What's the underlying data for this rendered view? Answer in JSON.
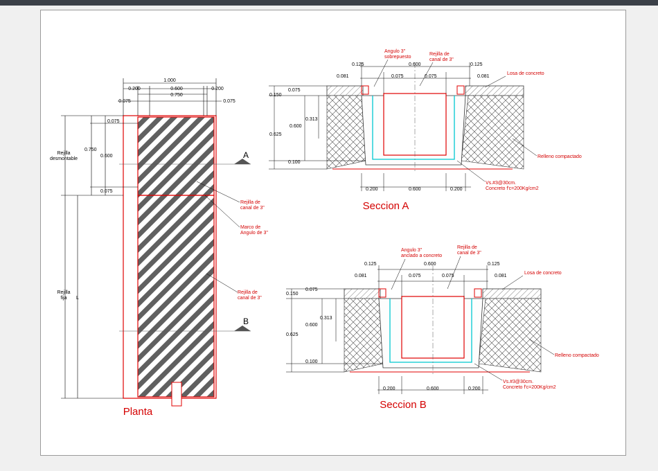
{
  "colors": {
    "outline": "#e00000",
    "hatch": "#606060",
    "rebar": "#00c8d0",
    "dim_line": "#000000",
    "label_text": "#d40000"
  },
  "plan": {
    "title": "Planta",
    "overall_width": "1.000",
    "top_dims": [
      "0.200",
      "0.600",
      "0.200"
    ],
    "inner_width": "0.750",
    "outer_offsets": [
      "0.075",
      "0.075"
    ],
    "left_dims": [
      "0.075",
      "0.600",
      "0.075"
    ],
    "left_total": "0.750",
    "grate_removable": [
      "Rejilla",
      "desmontable"
    ],
    "grate_fixed": [
      "Rejilla",
      "fija"
    ],
    "length_symbol": "L",
    "cut_a": "A",
    "cut_b": "B",
    "callouts": [
      [
        "Rejilla de",
        "canal de 3\""
      ],
      [
        "Marco de",
        "Angulo de 3\""
      ],
      [
        "Rejilla de",
        "canal de 3\""
      ]
    ]
  },
  "section_a": {
    "title": "Seccion A",
    "top_labels": [
      [
        "Angulo 3\"",
        "sobrepuesto"
      ],
      [
        "Rejilla de",
        "canal de 3\""
      ]
    ],
    "top_dims": [
      "0.125",
      "0.600",
      "0.125"
    ],
    "second_dims": [
      "0.081",
      "0.075",
      "0.075",
      "0.081"
    ],
    "left_dims": [
      "0.150",
      "0.075",
      "0.313",
      "0.600",
      "0.625",
      "0.100"
    ],
    "bottom_dims": [
      "0.200",
      "0.600",
      "0.200"
    ],
    "slab_label": "Losa de concreto",
    "fill_label": "Relleno compactado",
    "rebar_note": [
      "Vs.#3@30cm.",
      "Concreto f'c=200Kg/cm2"
    ]
  },
  "section_b": {
    "title": "Seccion B",
    "top_labels": [
      [
        "Angulo 3\"",
        "anclado a concreto"
      ],
      [
        "Rejilla de",
        "canal de 3\""
      ]
    ],
    "top_dims": [
      "0.125",
      "0.600",
      "0.125"
    ],
    "second_dims": [
      "0.081",
      "0.075",
      "0.075",
      "0.081"
    ],
    "left_dims": [
      "0.150",
      "0.075",
      "0.313",
      "0.600",
      "0.625",
      "0.100"
    ],
    "bottom_dims": [
      "0.200",
      "0.600",
      "0.200"
    ],
    "slab_label": "Losa de concreto",
    "fill_label": "Relleno compactado",
    "rebar_note": [
      "Vs.#3@30cm.",
      "Concreto f'c=200Kg/cm2"
    ]
  }
}
